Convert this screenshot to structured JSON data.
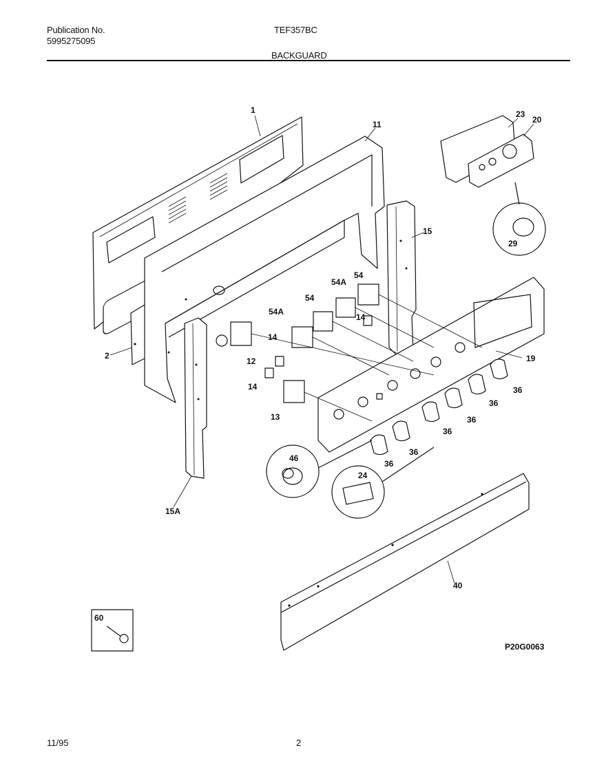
{
  "header": {
    "publication_label": "Publication No.",
    "publication_number": "5995275095",
    "model": "TEF357BC",
    "section": "BACKGUARD"
  },
  "callouts": {
    "c1": "1",
    "c11": "11",
    "c23": "23",
    "c20": "20",
    "c29": "29",
    "c15": "15",
    "c2": "2",
    "c54a_top": "54A",
    "c54_top": "54",
    "c54": "54",
    "c54a": "54A",
    "c14_top": "14",
    "c14_mid": "14",
    "c14_left": "14",
    "c12": "12",
    "c13": "13",
    "c19": "19",
    "c36_a": "36",
    "c36_b": "36",
    "c36_c": "36",
    "c36_d": "36",
    "c36_e": "36",
    "c36_f": "36",
    "c46": "46",
    "c24": "24",
    "c15a": "15A",
    "c40": "40",
    "c60": "60"
  },
  "footer": {
    "date": "11/95",
    "page": "2",
    "diagram_code": "P20G0063"
  }
}
